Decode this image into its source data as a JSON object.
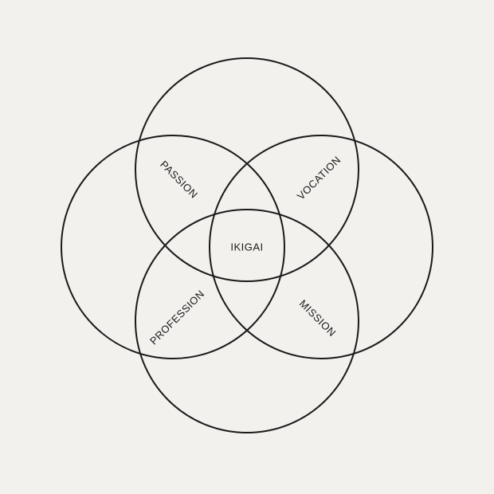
{
  "diagram": {
    "labels": {
      "center": "IKIGAI",
      "top_left": "PASSION",
      "top_right": "VOCATION",
      "bottom_left": "PROFESSION",
      "bottom_right": "MISSION"
    },
    "colors": {
      "background": "#f2f1ee",
      "stroke": "#1a1a1a"
    }
  }
}
